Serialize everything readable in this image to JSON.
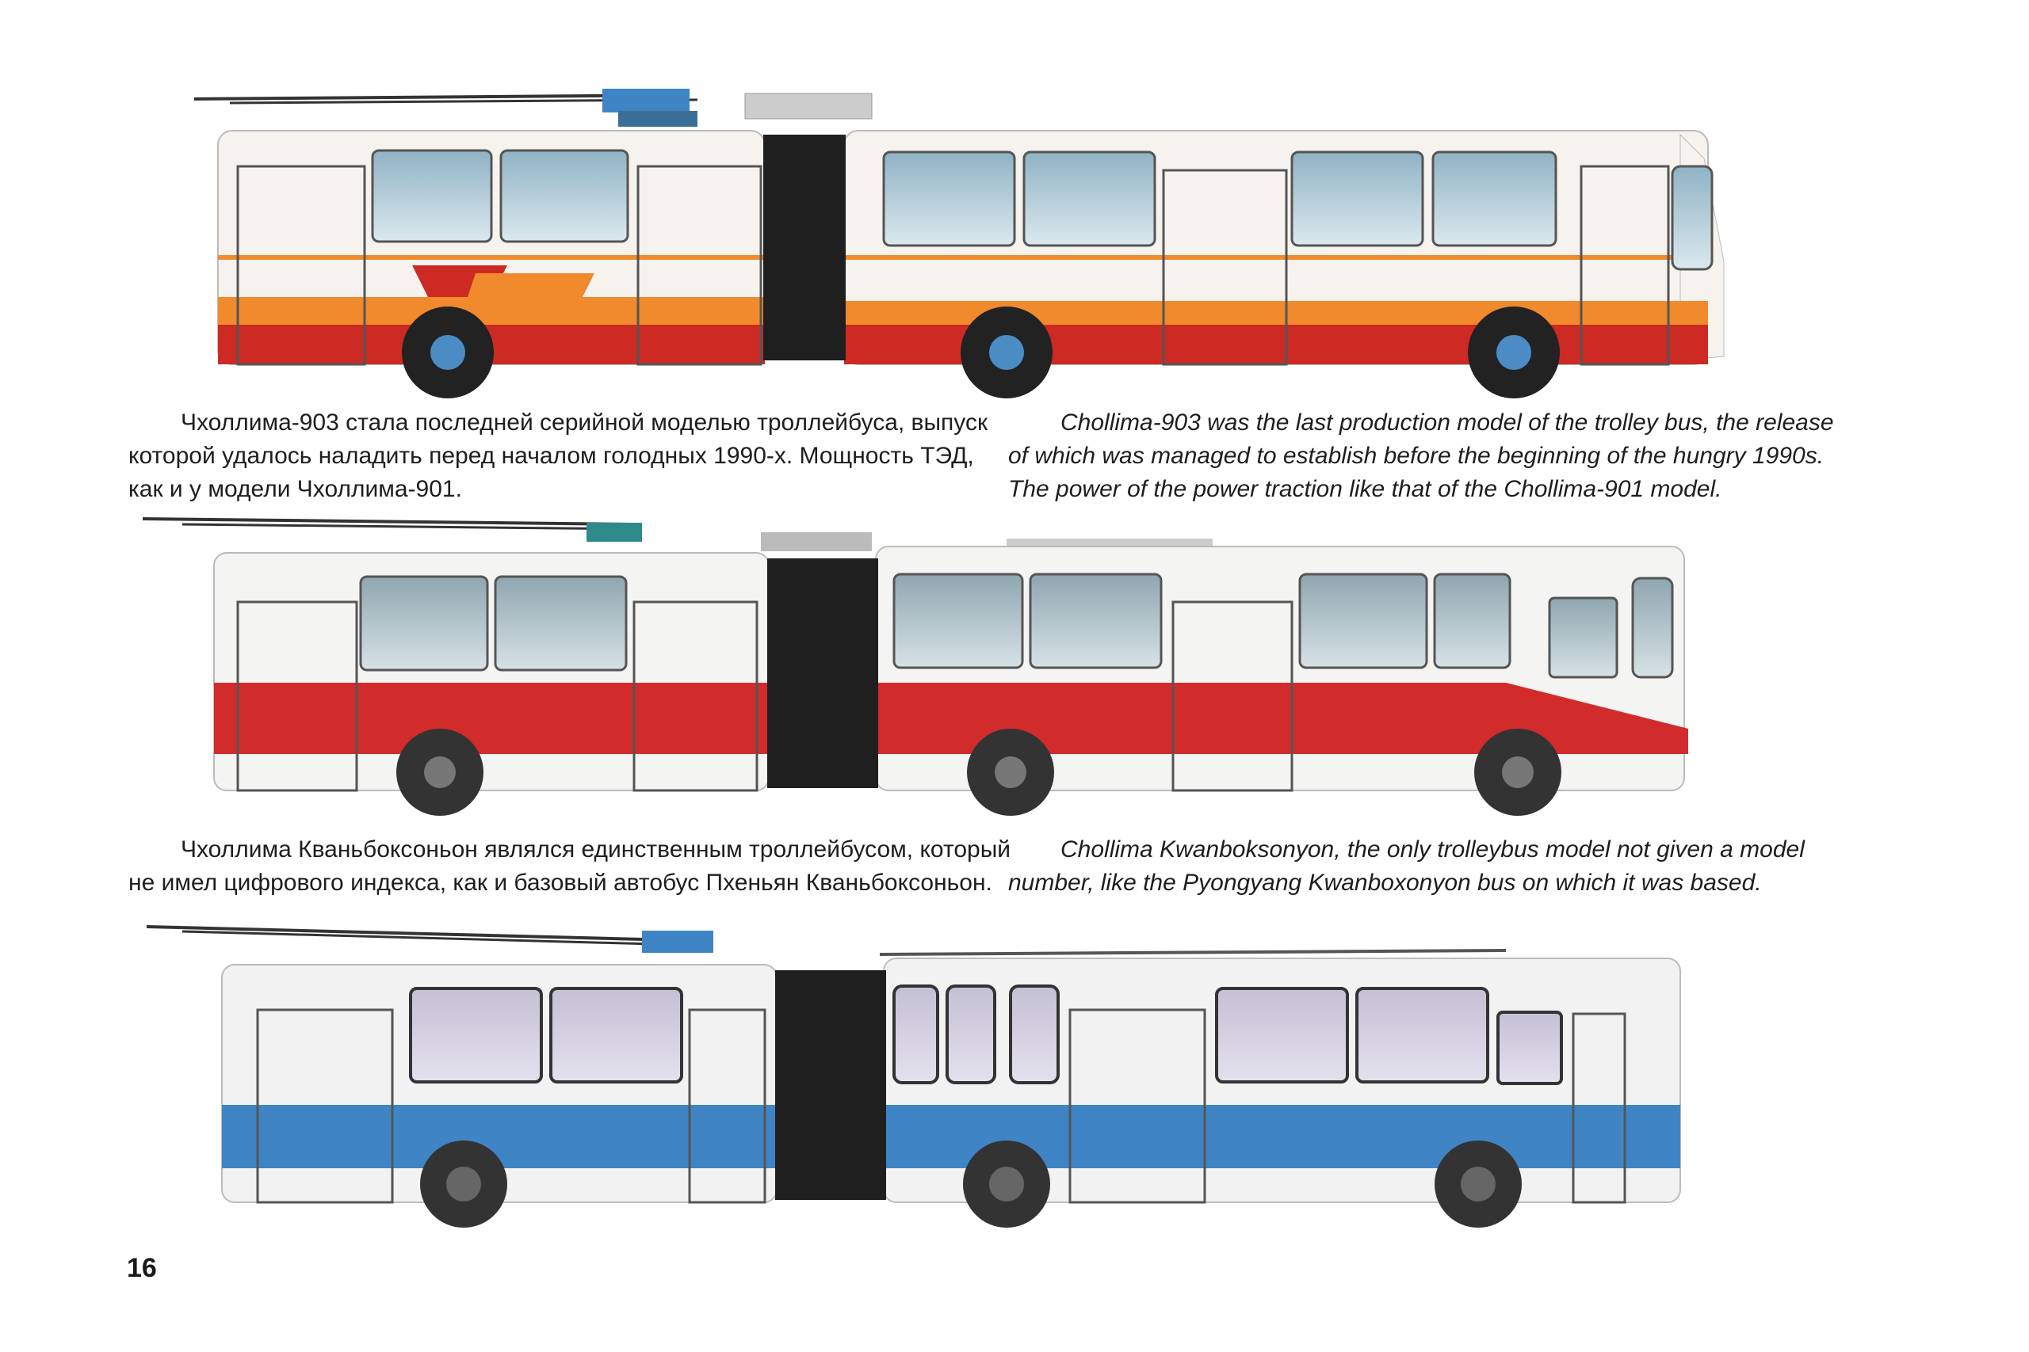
{
  "captions": [
    {
      "ru": [
        "Чхоллима-903 стала последней серийной моделью троллейбуса, выпуск",
        "которой удалось наладить перед началом голодных 1990-х. Мощность ТЭД,",
        "как и у модели Чхоллима-901."
      ],
      "en": [
        "Chollima-903 was the last production model of the trolley bus, the release",
        "of which was managed to establish before the beginning of the hungry 1990s.",
        "The power of the power traction like that of the Chollima-901 model."
      ]
    },
    {
      "ru": [
        "Чхоллима Кваньбоксоньон являлся единственным троллейбусом, который",
        "не имел цифрового индекса, как и базовый автобус Пхеньян Кваньбоксоньон."
      ],
      "en": [
        "Chollima Kwanboksonyon, the only trolleybus model not given a model",
        "number, like the Pyongyang Kwanboxonyon bus on which it was based."
      ]
    }
  ],
  "page_number": "16",
  "colors": {
    "bus1_stripe_orange": "#f08a2c",
    "bus1_stripe_red": "#cc2a22",
    "bus2_stripe_red": "#d22b2b",
    "bus3_stripe_blue": "#3f85c6",
    "window_glass": "#a9c3cf"
  }
}
